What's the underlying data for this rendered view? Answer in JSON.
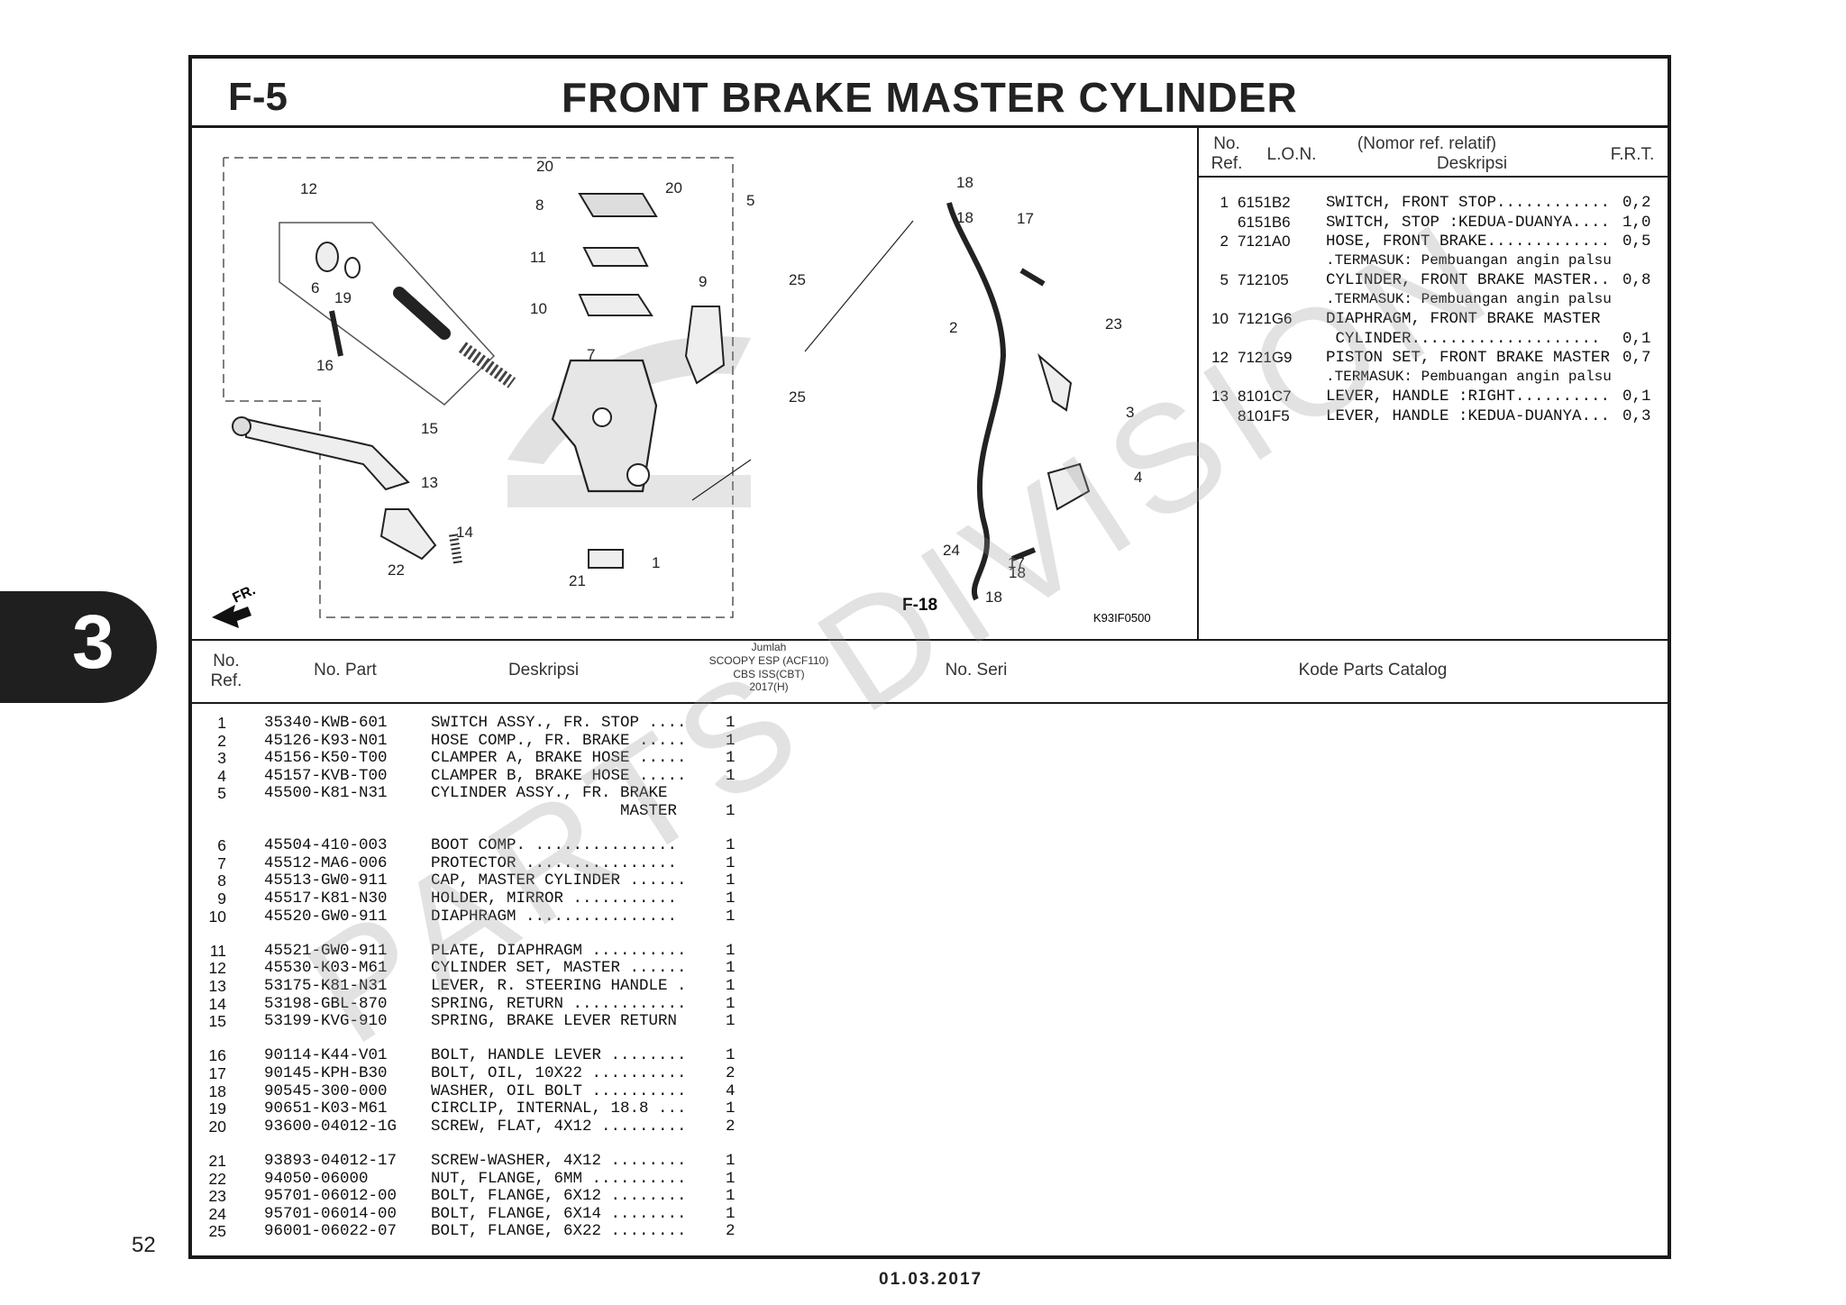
{
  "header": {
    "code": "F-5",
    "title": "FRONT BRAKE MASTER CYLINDER"
  },
  "side_tab": "3",
  "page_number": "52",
  "date": "01.03.2017",
  "watermark": "PARTS DIVISION",
  "diagram": {
    "image_code": "K93IF0500",
    "fr_label": "FR.",
    "ref_label": "F-18",
    "callouts": [
      "20",
      "20",
      "8",
      "5",
      "12",
      "11",
      "6",
      "19",
      "9",
      "25",
      "10",
      "7",
      "16",
      "25",
      "15",
      "13",
      "14",
      "22",
      "21",
      "1",
      "18",
      "18",
      "17",
      "2",
      "23",
      "3",
      "4",
      "24",
      "18",
      "17",
      "18"
    ]
  },
  "right_table": {
    "headers": {
      "no_ref": "No.\nRef.",
      "lon": "L.O.N.",
      "deskripsi_top": "(Nomor ref. relatif)",
      "deskripsi": "Deskripsi",
      "frt": "F.R.T."
    },
    "rows": [
      {
        "ref": "1",
        "lon": "6151B2",
        "desc": "SWITCH, FRONT STOP............",
        "frt": "0,2"
      },
      {
        "ref": "",
        "lon": "6151B6",
        "desc": "SWITCH, STOP :KEDUA-DUANYA....",
        "frt": "1,0"
      },
      {
        "ref": "2",
        "lon": "7121A0",
        "desc": "HOSE, FRONT BRAKE.............",
        "frt": "0,5"
      },
      {
        "ref": "",
        "lon": "",
        "desc": ".TERMASUK: Pembuangan angin palsu",
        "frt": ""
      },
      {
        "ref": "5",
        "lon": "712105",
        "desc": "CYLINDER, FRONT BRAKE MASTER..",
        "frt": "0,8"
      },
      {
        "ref": "",
        "lon": "",
        "desc": ".TERMASUK: Pembuangan angin palsu",
        "frt": ""
      },
      {
        "ref": "10",
        "lon": "7121G6",
        "desc": "DIAPHRAGM, FRONT BRAKE MASTER",
        "frt": ""
      },
      {
        "ref": "",
        "lon": "",
        "desc": " CYLINDER....................",
        "frt": "0,1"
      },
      {
        "ref": "12",
        "lon": "7121G9",
        "desc": "PISTON SET, FRONT BRAKE MASTER",
        "frt": "0,7"
      },
      {
        "ref": "",
        "lon": "",
        "desc": ".TERMASUK: Pembuangan angin palsu",
        "frt": ""
      },
      {
        "ref": "13",
        "lon": "8101C7",
        "desc": "LEVER, HANDLE :RIGHT..........",
        "frt": "0,1"
      },
      {
        "ref": "",
        "lon": "8101F5",
        "desc": "LEVER, HANDLE :KEDUA-DUANYA...",
        "frt": "0,3"
      }
    ]
  },
  "parts_table": {
    "headers": {
      "no_ref": "No.\nRef.",
      "no_part": "No. Part",
      "deskripsi": "Deskripsi",
      "jumlah": "Jumlah",
      "model": "SCOOPY ESP (ACF110)",
      "variant": "CBS ISS(CBT)",
      "year": "2017(H)",
      "no_seri": "No. Seri",
      "catalog": "Kode Parts Catalog"
    },
    "rows": [
      {
        "ref": "1",
        "part": "35340-KWB-601",
        "desc": "SWITCH ASSY., FR. STOP ....",
        "qty": "1"
      },
      {
        "ref": "2",
        "part": "45126-K93-N01",
        "desc": "HOSE COMP., FR. BRAKE .....",
        "qty": "1"
      },
      {
        "ref": "3",
        "part": "45156-K50-T00",
        "desc": "CLAMPER A, BRAKE HOSE .....",
        "qty": "1"
      },
      {
        "ref": "4",
        "part": "45157-KVB-T00",
        "desc": "CLAMPER B, BRAKE HOSE .....",
        "qty": "1"
      },
      {
        "ref": "5",
        "part": "45500-K81-N31",
        "desc": "CYLINDER ASSY., FR. BRAKE",
        "qty": ""
      },
      {
        "ref": "",
        "part": "",
        "desc": "                    MASTER",
        "qty": "1"
      },
      {
        "ref": "6",
        "part": "45504-410-003",
        "desc": "BOOT COMP. ...............",
        "qty": "1"
      },
      {
        "ref": "7",
        "part": "45512-MA6-006",
        "desc": "PROTECTOR ................",
        "qty": "1"
      },
      {
        "ref": "8",
        "part": "45513-GW0-911",
        "desc": "CAP, MASTER CYLINDER ......",
        "qty": "1"
      },
      {
        "ref": "9",
        "part": "45517-K81-N30",
        "desc": "HOLDER, MIRROR ...........",
        "qty": "1"
      },
      {
        "ref": "10",
        "part": "45520-GW0-911",
        "desc": "DIAPHRAGM ................",
        "qty": "1"
      },
      {
        "ref": "11",
        "part": "45521-GW0-911",
        "desc": "PLATE, DIAPHRAGM ..........",
        "qty": "1"
      },
      {
        "ref": "12",
        "part": "45530-K03-M61",
        "desc": "CYLINDER SET, MASTER ......",
        "qty": "1"
      },
      {
        "ref": "13",
        "part": "53175-K81-N31",
        "desc": "LEVER, R. STEERING HANDLE .",
        "qty": "1"
      },
      {
        "ref": "14",
        "part": "53198-GBL-870",
        "desc": "SPRING, RETURN ............",
        "qty": "1"
      },
      {
        "ref": "15",
        "part": "53199-KVG-910",
        "desc": "SPRING, BRAKE LEVER RETURN",
        "qty": "1"
      },
      {
        "ref": "16",
        "part": "90114-K44-V01",
        "desc": "BOLT, HANDLE LEVER ........",
        "qty": "1"
      },
      {
        "ref": "17",
        "part": "90145-KPH-B30",
        "desc": "BOLT, OIL, 10X22 ..........",
        "qty": "2"
      },
      {
        "ref": "18",
        "part": "90545-300-000",
        "desc": "WASHER, OIL BOLT ..........",
        "qty": "4"
      },
      {
        "ref": "19",
        "part": "90651-K03-M61",
        "desc": "CIRCLIP, INTERNAL, 18.8 ...",
        "qty": "1"
      },
      {
        "ref": "20",
        "part": "93600-04012-1G",
        "desc": "SCREW, FLAT, 4X12 .........",
        "qty": "2"
      },
      {
        "ref": "21",
        "part": "93893-04012-17",
        "desc": "SCREW-WASHER, 4X12 ........",
        "qty": "1"
      },
      {
        "ref": "22",
        "part": "94050-06000",
        "desc": "NUT, FLANGE, 6MM ..........",
        "qty": "1"
      },
      {
        "ref": "23",
        "part": "95701-06012-00",
        "desc": "BOLT, FLANGE, 6X12 ........",
        "qty": "1"
      },
      {
        "ref": "24",
        "part": "95701-06014-00",
        "desc": "BOLT, FLANGE, 6X14 ........",
        "qty": "1"
      },
      {
        "ref": "25",
        "part": "96001-06022-07",
        "desc": "BOLT, FLANGE, 6X22 ........",
        "qty": "2"
      }
    ]
  }
}
